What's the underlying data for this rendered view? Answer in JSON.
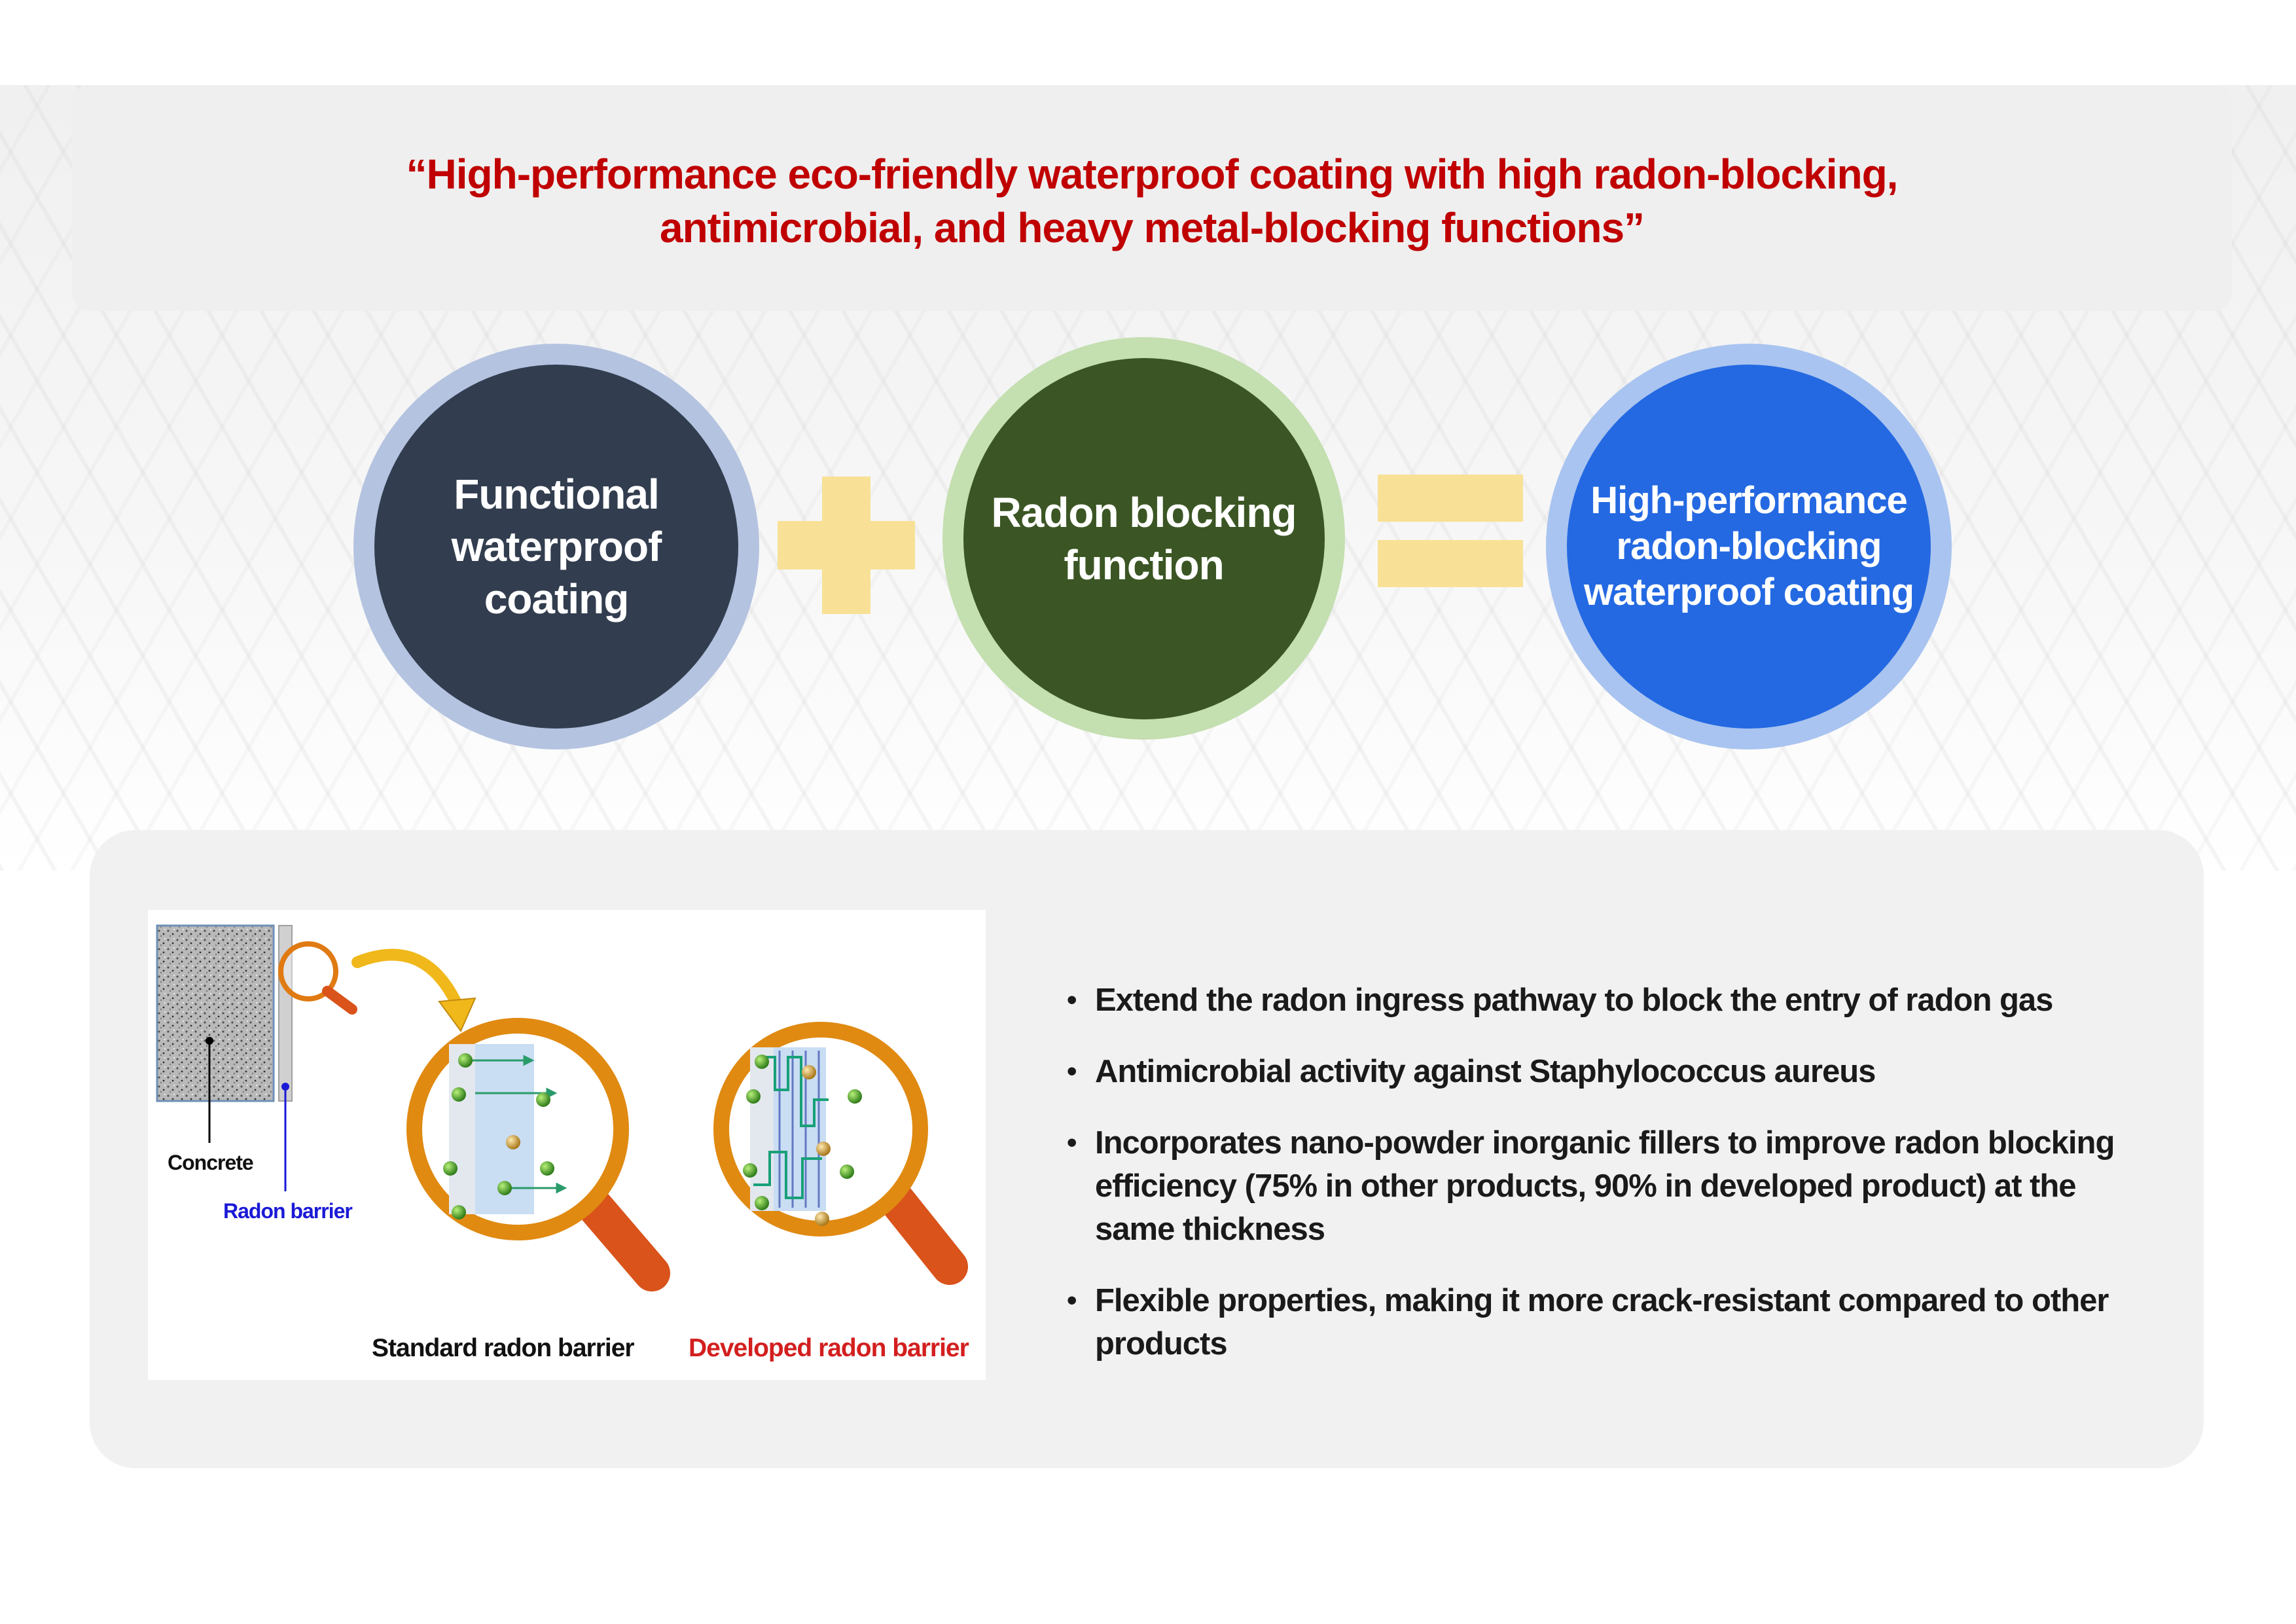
{
  "title": {
    "line1": "“High-performance eco-friendly waterproof coating with high radon-blocking,",
    "line2": "antimicrobial, and heavy metal-blocking functions”"
  },
  "equation": {
    "term1": [
      "Functional",
      "waterproof",
      "coating"
    ],
    "term2": [
      "Radon blocking",
      "function"
    ],
    "result": [
      "High-performance",
      "radon-blocking",
      "waterproof coating"
    ],
    "operator_plus_icon": "plus-icon",
    "operator_equals_icon": "equals-icon"
  },
  "figure": {
    "concrete_label": "Concrete",
    "radon_barrier_label": "Radon barrier",
    "standard_label": "Standard radon barrier",
    "developed_label": "Developed radon barrier",
    "colors": {
      "radon_barrier_label": "#1a1ad6",
      "developed_label": "#d31f1f",
      "magnifier_ring": "#e07a12",
      "radon_particle": "#4aa832",
      "filler_particle": "#d9a440"
    }
  },
  "bullets": [
    "Extend the radon ingress pathway to block the entry of radon gas",
    "Antimicrobial activity against Staphylococcus aureus",
    " Incorporates nano-powder inorganic fillers to improve radon blocking efficiency (75% in other products, 90% in developed product) at the same thickness",
    "Flexible properties, making it more crack-resistant compared to other products"
  ],
  "colors": {
    "title": "#c00000",
    "term1_fill": "#323d4f",
    "term2_fill": "#3b5624",
    "result_fill": "#2469e2",
    "operator": "#f8e196"
  }
}
